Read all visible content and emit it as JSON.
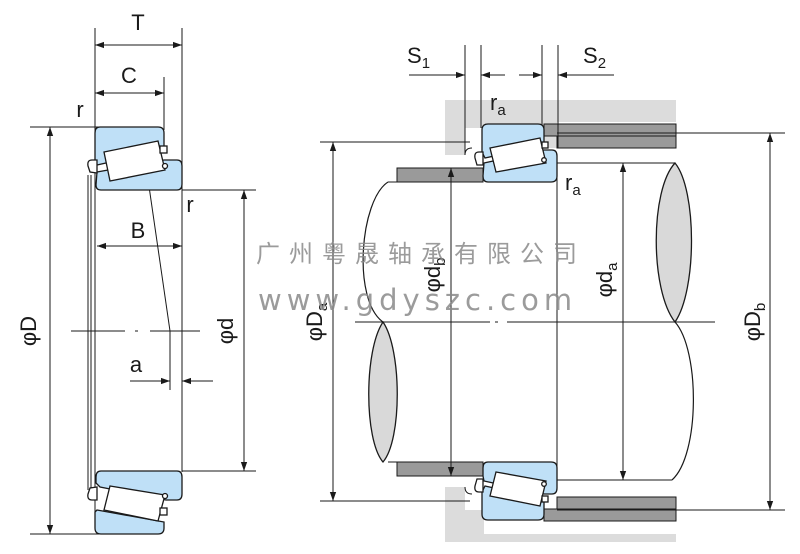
{
  "diagram": {
    "title": "Tapered roller bearing dimensions and mounting dimensions",
    "left_view": {
      "labels": {
        "T": "T",
        "C": "C",
        "r_top": "r",
        "r_mid": "r",
        "B": "B",
        "a": "a",
        "D": "φD",
        "d": "φd"
      }
    },
    "right_view": {
      "labels": {
        "S1_main": "S",
        "S1_sub": "1",
        "S2_main": "S",
        "S2_sub": "2",
        "ra_top_main": "r",
        "ra_top_sub": "a",
        "ra_mid_main": "r",
        "ra_mid_sub": "a",
        "Da_main": "φD",
        "Da_sub": "a",
        "db_main": "φd",
        "db_sub": "b",
        "da_main": "φd",
        "da_sub": "a",
        "Db_main": "φD",
        "Db_sub": "b"
      }
    },
    "watermark": {
      "company": "广州粤晟轴承有限公司",
      "url": "www.gdyszc.com"
    },
    "colors": {
      "bearing_ring": "#bfe0f7",
      "housing_light": "#dcdcdc",
      "housing_dark": "#9a9a9a",
      "line": "#1a1a1a",
      "watermark": "#8a8a8a"
    }
  }
}
